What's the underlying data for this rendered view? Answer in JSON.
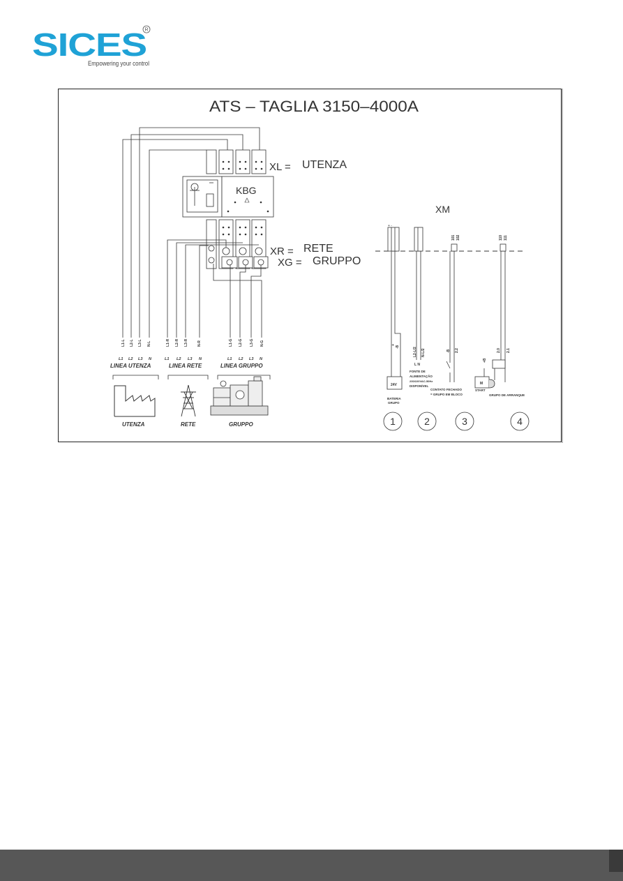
{
  "header": {
    "brand": "SICES",
    "registered": "R",
    "tagline": "Empowering your control",
    "brand_color": "#1fa2d6"
  },
  "diagram": {
    "title": "ATS  –  TAGLIA 3150–4000A",
    "device": "KBG",
    "xl_label": "XL =",
    "xl_value": "UTENZA",
    "xr_label": "XR =",
    "xr_value": "RETE",
    "xg_label": "XG =",
    "xg_value": "GRUPPO",
    "xm_label": "XM",
    "lines": {
      "utenza_title": "LINEA UTENZA",
      "rete_title": "LINEA RETE",
      "gruppo_title": "LINEA GRUPPO",
      "phase_labels": [
        "L1",
        "L2",
        "L3",
        "N"
      ],
      "utenza_wires": [
        "L1-L",
        "L2-L",
        "L3-L",
        "N-L"
      ],
      "rete_wires": [
        "L1-R",
        "L2-R",
        "L3-R",
        "N-R"
      ],
      "gruppo_wires": [
        "L1-G",
        "L2-G",
        "L3-G",
        "N-G"
      ]
    },
    "icons": {
      "utenza": "UTENZA",
      "rete": "RETE",
      "gruppo": "GRUPPO"
    },
    "xm_circuits": {
      "c1_top": "+  -",
      "c1_plus": "+",
      "c1_minus": "-B",
      "c1_battery": "24V",
      "c1_caption_1": "BATERIA",
      "c1_caption_2": "GRUPO",
      "c2_wires": [
        "L2-L/2",
        "N-L/2"
      ],
      "c2_ln": "L    N",
      "c2_caption_1": "FONTE DE",
      "c2_caption_2": "ALIMENTAÇÃO",
      "c2_caption_3": "230/220VAC-50Hz",
      "c2_caption_4": "DISPONÍVEL",
      "c3_top": [
        "101",
        "102"
      ],
      "c3_wires": [
        "-B",
        "2.2"
      ],
      "c3_caption_1": "CONTATO FECHADO",
      "c3_caption_2": "= GRUPO EM BLOCO",
      "c4_top": [
        "110",
        "111"
      ],
      "c4_wires": [
        "2.0",
        "2.1"
      ],
      "c4_plus": "+B",
      "c4_m": "M",
      "c4_start": "START",
      "c4_caption": "GRUPO DE ARRANQUE",
      "circle_numbers": [
        "1",
        "2",
        "3",
        "4"
      ]
    }
  }
}
